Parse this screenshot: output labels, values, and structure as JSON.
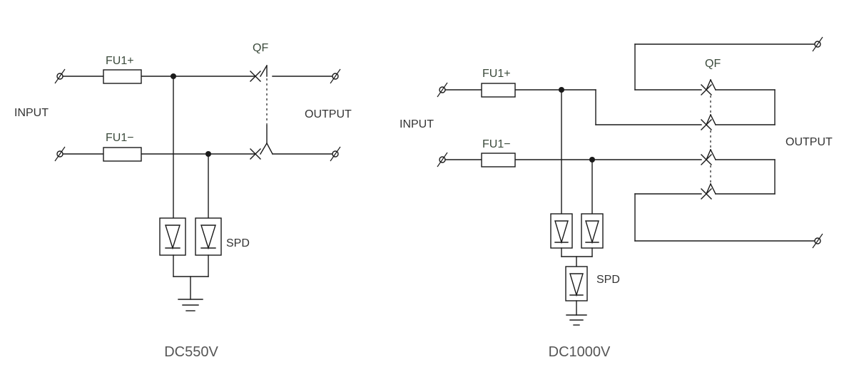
{
  "left": {
    "input_label": "INPUT",
    "output_label": "OUTPUT",
    "fuse_pos_label": "FU1+",
    "fuse_neg_label": "FU1−",
    "breaker_label": "QF",
    "spd_label": "SPD",
    "caption": "DC550V"
  },
  "right": {
    "input_label": "INPUT",
    "output_label": "OUTPUT",
    "fuse_pos_label": "FU1+",
    "fuse_neg_label": "FU1−",
    "breaker_label": "QF",
    "spd_label": "SPD",
    "caption": "DC1000V"
  }
}
